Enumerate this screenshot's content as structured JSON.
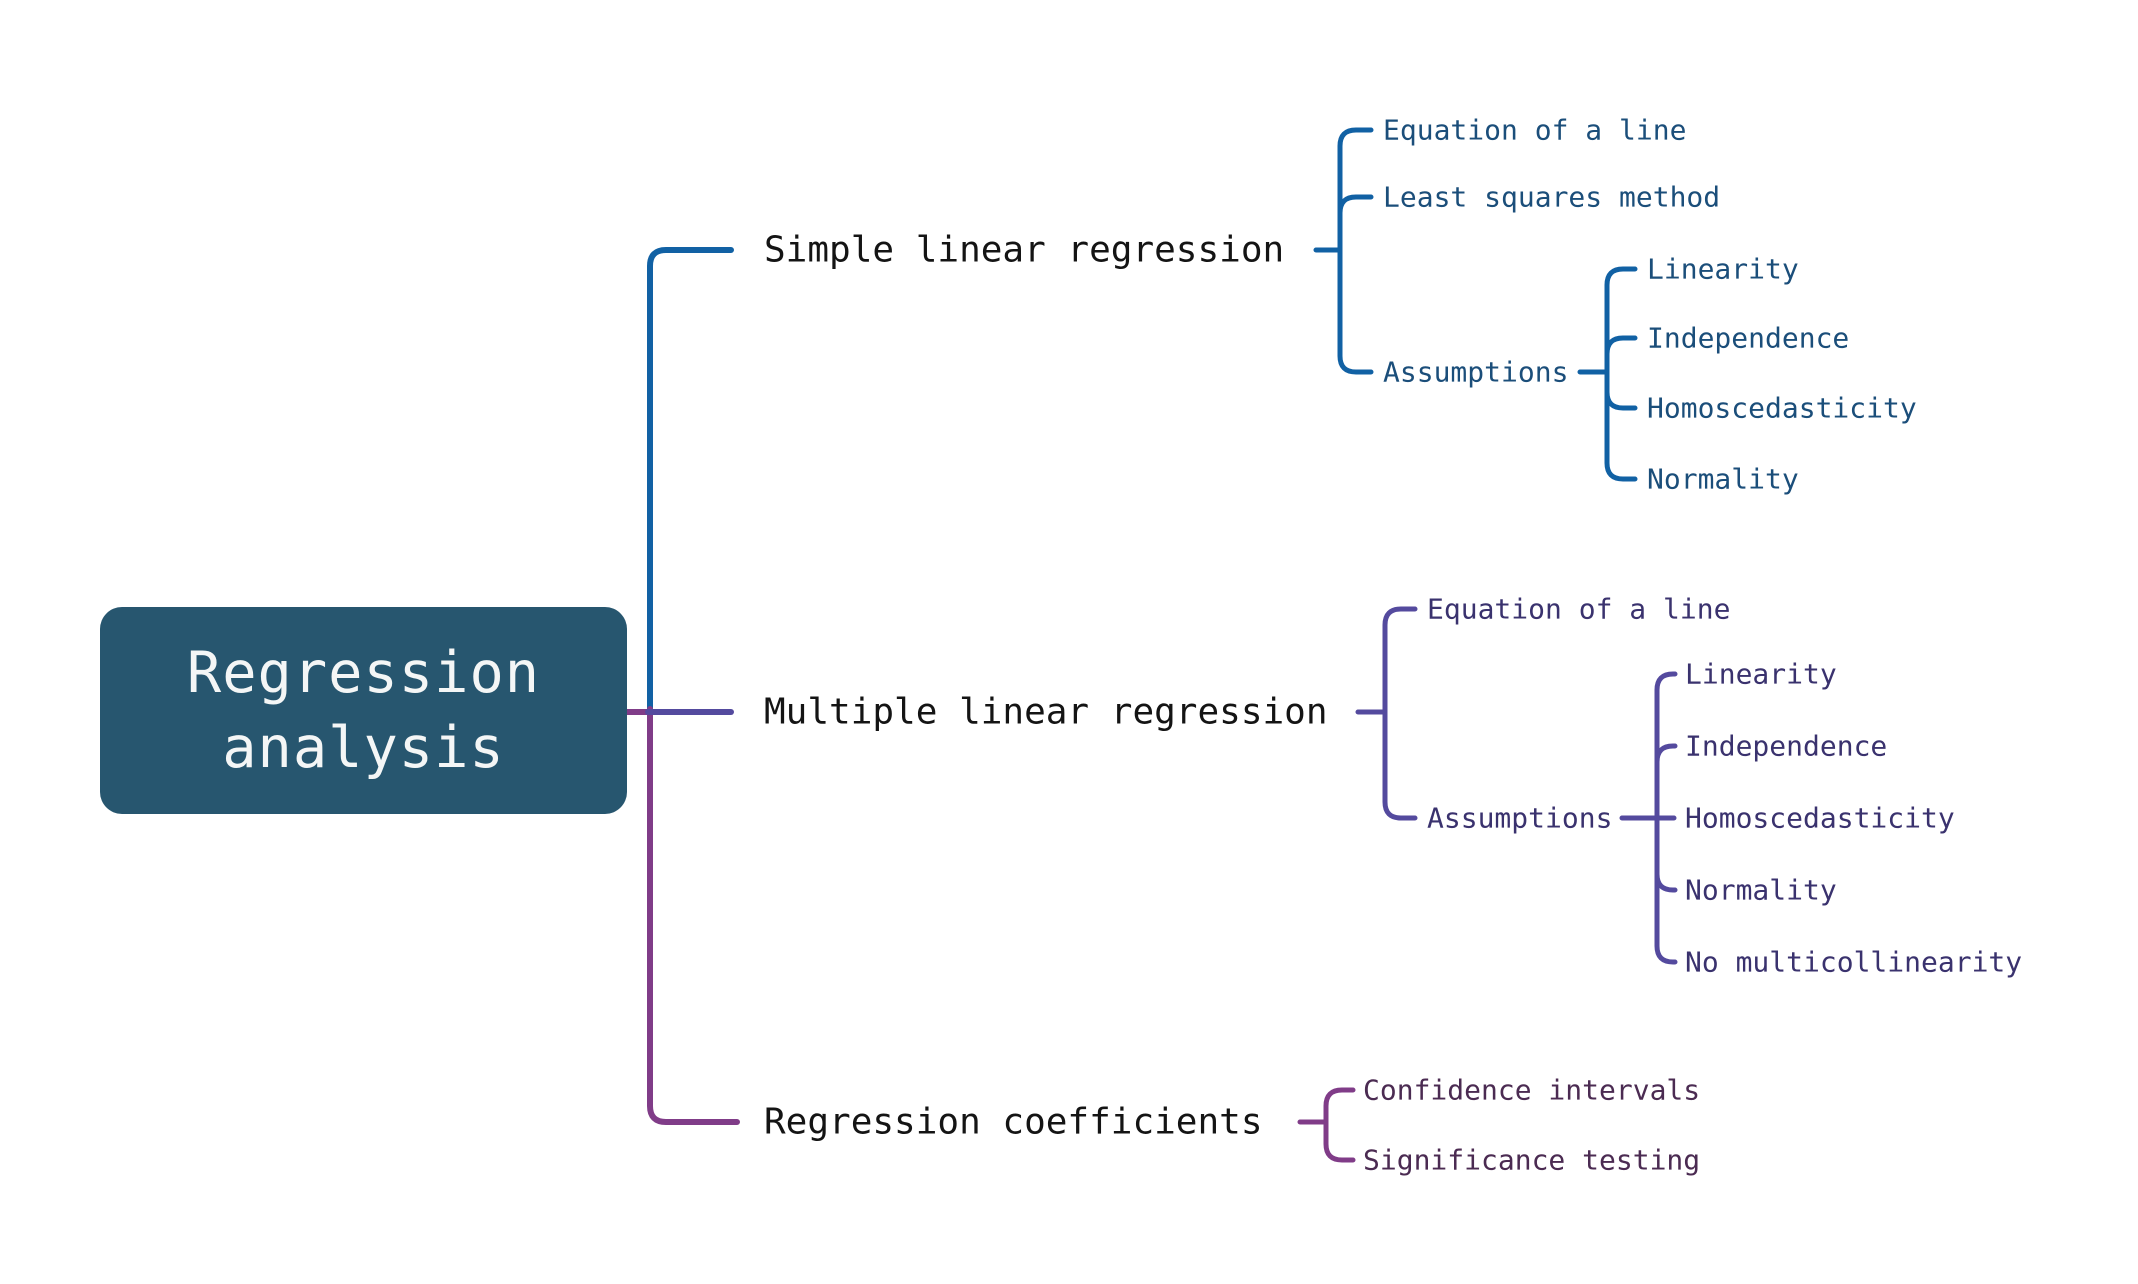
{
  "mindmap": {
    "root": {
      "label": "Regression analysis"
    },
    "branches": [
      {
        "label": "Simple linear regression",
        "children": [
          {
            "label": "Equation of a line"
          },
          {
            "label": "Least squares method"
          },
          {
            "label": "Assumptions",
            "children": [
              {
                "label": "Linearity"
              },
              {
                "label": "Independence"
              },
              {
                "label": "Homoscedasticity"
              },
              {
                "label": "Normality"
              }
            ]
          }
        ]
      },
      {
        "label": "Multiple linear regression",
        "children": [
          {
            "label": "Equation of a line"
          },
          {
            "label": "Assumptions",
            "children": [
              {
                "label": "Linearity"
              },
              {
                "label": "Independence"
              },
              {
                "label": "Homoscedasticity"
              },
              {
                "label": "Normality"
              },
              {
                "label": "No multicollinearity"
              }
            ]
          }
        ]
      },
      {
        "label": "Regression coefficients",
        "children": [
          {
            "label": "Confidence intervals"
          },
          {
            "label": "Significance testing"
          }
        ]
      }
    ]
  },
  "colors": {
    "background": "#FFFFFF",
    "root_fill": "#27566F",
    "root_text": "#F4F6F6",
    "parent_text": "#141414",
    "branch1_line": "#1161A4",
    "branch1_child_text": "#1B4E7A",
    "branch2_line": "#544A9E",
    "branch2_child_text": "#3A326E",
    "branch3_line": "#803C88",
    "branch3_child_text": "#4B2B52"
  }
}
